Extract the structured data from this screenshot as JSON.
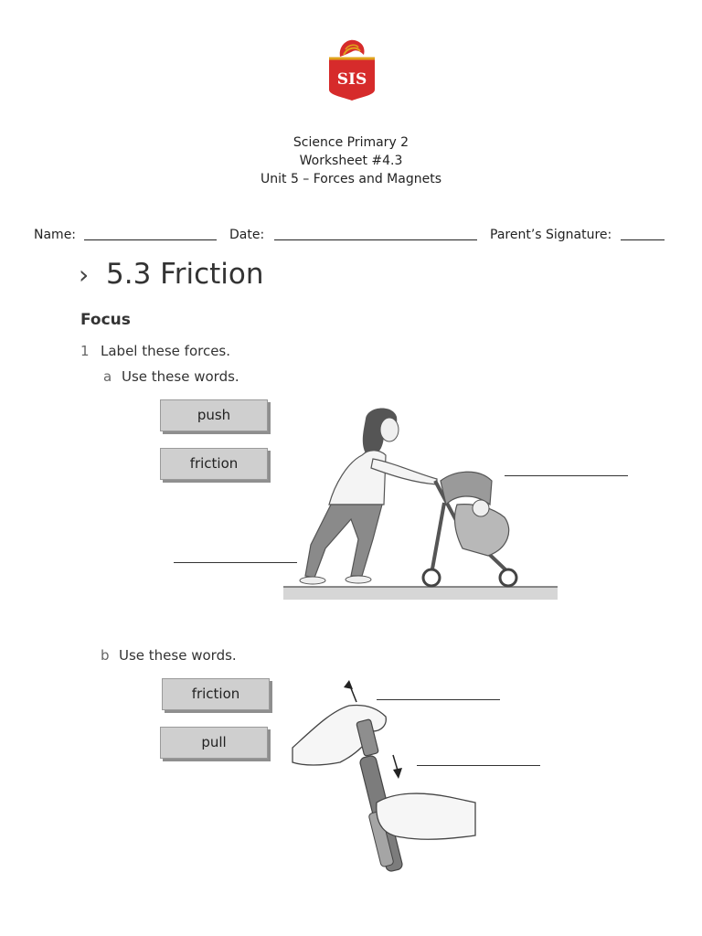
{
  "logo": {
    "text": "SIS",
    "colors": {
      "red": "#d62b2b",
      "gold": "#e0a21b"
    }
  },
  "header": {
    "line1": "Science Primary 2",
    "line2": "Worksheet #4.3",
    "line3": "Unit 5 – Forces and Magnets"
  },
  "fields": {
    "name_label": "Name:",
    "date_label": "Date:",
    "signature_label": "Parent’s Signature:"
  },
  "section": {
    "chevron": "›",
    "title": "5.3  Friction"
  },
  "focus": "Focus",
  "question1": {
    "number": "1",
    "text": "Label these forces.",
    "part_a": {
      "letter": "a",
      "text": "Use these words.",
      "words": [
        "push",
        "friction"
      ]
    },
    "part_b": {
      "letter": "b",
      "text": "Use these words.",
      "words": [
        "friction",
        "pull"
      ]
    }
  }
}
